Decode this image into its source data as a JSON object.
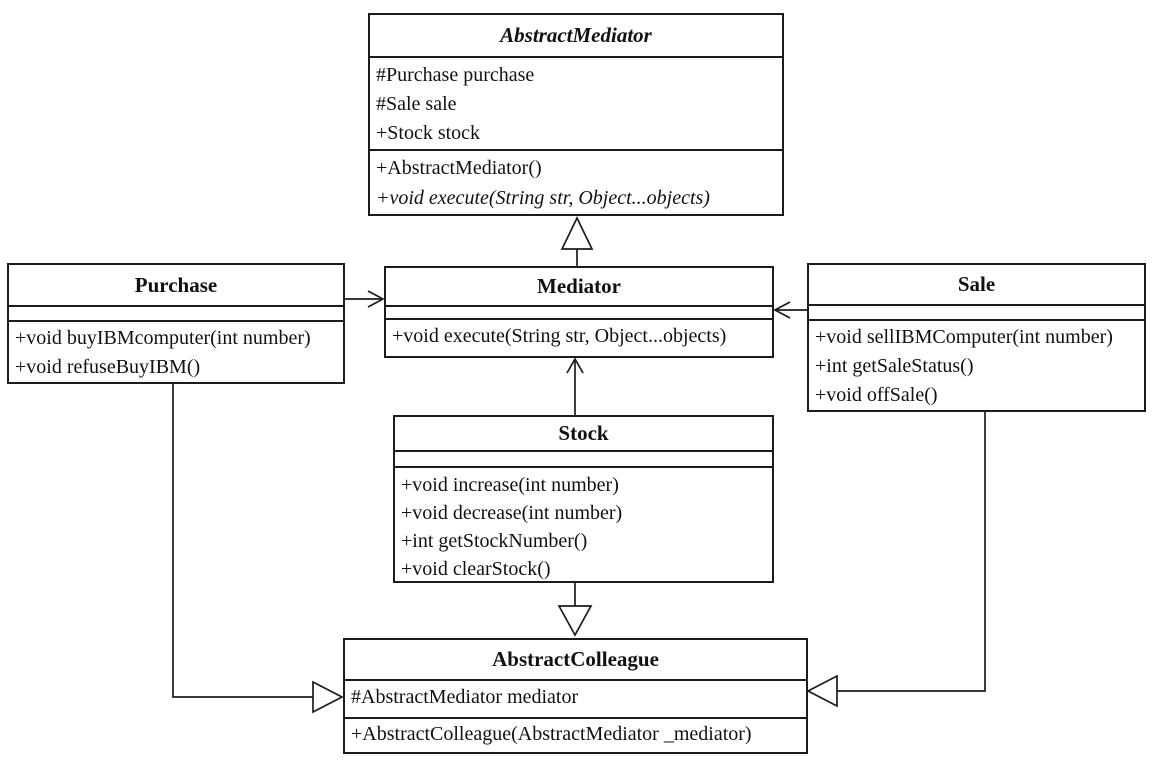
{
  "diagram": {
    "kind": "uml-class-diagram",
    "pattern": "Mediator",
    "colors": {
      "line": "#1c1c1c",
      "background": "#ffffff"
    },
    "classes": [
      {
        "name": "AbstractMediator",
        "abstract": true,
        "fields": [
          "#Purchase purchase",
          "#Sale sale",
          "+Stock stock"
        ],
        "methods": [
          {
            "text": "+AbstractMediator()",
            "abstract": false
          },
          {
            "text": "+void execute(String str, Object...objects)",
            "abstract": true
          }
        ]
      },
      {
        "name": "Purchase",
        "abstract": false,
        "fields": [],
        "methods": [
          {
            "text": "+void buyIBMcomputer(int number)",
            "abstract": false
          },
          {
            "text": "+void refuseBuyIBM()",
            "abstract": false
          }
        ]
      },
      {
        "name": "Mediator",
        "abstract": false,
        "fields": [],
        "methods": [
          {
            "text": "+void execute(String str, Object...objects)",
            "abstract": false
          }
        ]
      },
      {
        "name": "Sale",
        "abstract": false,
        "fields": [],
        "methods": [
          {
            "text": "+void sellIBMComputer(int number)",
            "abstract": false
          },
          {
            "text": "+int getSaleStatus()",
            "abstract": false
          },
          {
            "text": "+void offSale()",
            "abstract": false
          }
        ]
      },
      {
        "name": "Stock",
        "abstract": false,
        "fields": [],
        "methods": [
          {
            "text": "+void increase(int number)",
            "abstract": false
          },
          {
            "text": "+void decrease(int number)",
            "abstract": false
          },
          {
            "text": "+int getStockNumber()",
            "abstract": false
          },
          {
            "text": "+void clearStock()",
            "abstract": false
          }
        ]
      },
      {
        "name": "AbstractColleague",
        "abstract": false,
        "fields": [
          "#AbstractMediator mediator"
        ],
        "methods": [
          {
            "text": "+AbstractColleague(AbstractMediator _mediator)",
            "abstract": false
          }
        ]
      }
    ],
    "relations": [
      {
        "type": "generalization",
        "from": "Mediator",
        "to": "AbstractMediator"
      },
      {
        "type": "association",
        "from": "Purchase",
        "to": "Mediator"
      },
      {
        "type": "association",
        "from": "Sale",
        "to": "Mediator"
      },
      {
        "type": "association",
        "from": "Stock",
        "to": "Mediator"
      },
      {
        "type": "generalization",
        "from": "Stock",
        "to": "AbstractColleague"
      },
      {
        "type": "generalization",
        "from": "Purchase",
        "to": "AbstractColleague"
      },
      {
        "type": "generalization",
        "from": "Sale",
        "to": "AbstractColleague"
      }
    ]
  }
}
